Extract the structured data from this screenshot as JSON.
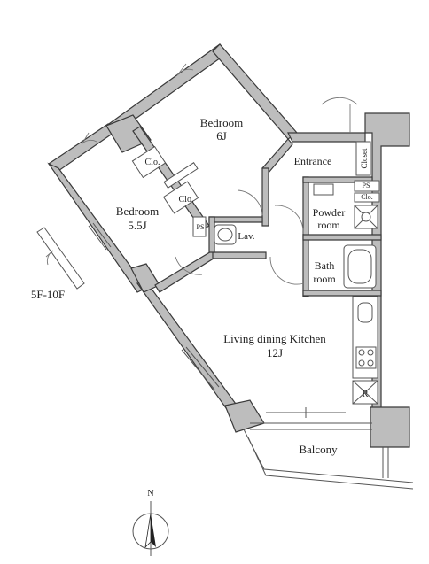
{
  "rooms": {
    "bedroom_main": {
      "name": "Bedroom",
      "size": "6J"
    },
    "bedroom_second": {
      "name": "Bedroom",
      "size": "5.5J"
    },
    "entrance": "Entrance",
    "closet": "Closet",
    "powder_room": {
      "line1": "Powder",
      "line2": "room"
    },
    "bath_room": {
      "line1": "Bath",
      "line2": "room"
    },
    "lav": "Lav.",
    "living": {
      "name": "Living dining Kitchen",
      "size": "12J"
    },
    "balcony": "Balcony",
    "clo_1": "Clo.",
    "clo_2": "Clo.",
    "clo_3": "Clo.",
    "ps_1": "PS",
    "ps_2": "PS",
    "refrigerator": "R"
  },
  "floors": "5F-10F",
  "compass": {
    "north": "N"
  },
  "colors": {
    "wall": "#bdbdbd",
    "outline": "#3a3a3a",
    "lines": "#555555"
  }
}
